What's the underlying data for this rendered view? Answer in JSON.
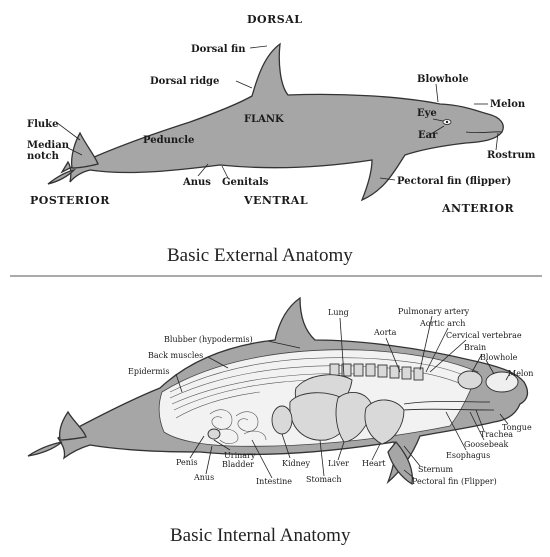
{
  "external": {
    "directions": {
      "dorsal": "DORSAL",
      "ventral": "VENTRAL",
      "posterior": "POSTERIOR",
      "anterior": "ANTERIOR"
    },
    "labels": {
      "dorsal_fin": "Dorsal fin",
      "dorsal_ridge": "Dorsal ridge",
      "flank": "FLANK",
      "blowhole": "Blowhole",
      "melon": "Melon",
      "eye": "Eye",
      "ear": "Ear",
      "rostrum": "Rostrum",
      "fluke": "Fluke",
      "median_notch_1": "Median",
      "median_notch_2": "notch",
      "peduncle": "Peduncle",
      "anus": "Anus",
      "genitals": "Genitals",
      "pectoral_fin": "Pectoral fin (flipper)"
    },
    "caption": "Basic External Anatomy"
  },
  "internal": {
    "labels": {
      "lung": "Lung",
      "pulmonary_artery": "Pulmonary artery",
      "aorta": "Aorta",
      "aortic_arch": "Aortic arch",
      "cervical_vertebrae": "Cervical vertebrae",
      "brain": "Brain",
      "blowhole": "Blowhole",
      "melon": "Melon",
      "blubber": "Blubber (hypodermis)",
      "back_muscles": "Back muscles",
      "epidermis": "Epidermis",
      "tongue": "Tongue",
      "trachea": "Trachea",
      "goosebeak": "Goosebeak",
      "esophagus": "Esophagus",
      "penis": "Penis",
      "urinary_bladder_1": "Urinary",
      "urinary_bladder_2": "Bladder",
      "anus": "Anus",
      "kidney": "Kidney",
      "intestine": "Intestine",
      "liver": "Liver",
      "stomach": "Stomach",
      "heart": "Heart",
      "sternum": "Sternum",
      "pectoral_fin": "Pectoral fin (Flipper)"
    },
    "caption": "Basic Internal Anatomy"
  },
  "colors": {
    "body_fill": "#a6a6a6",
    "outline": "#333333",
    "background": "#ffffff"
  }
}
